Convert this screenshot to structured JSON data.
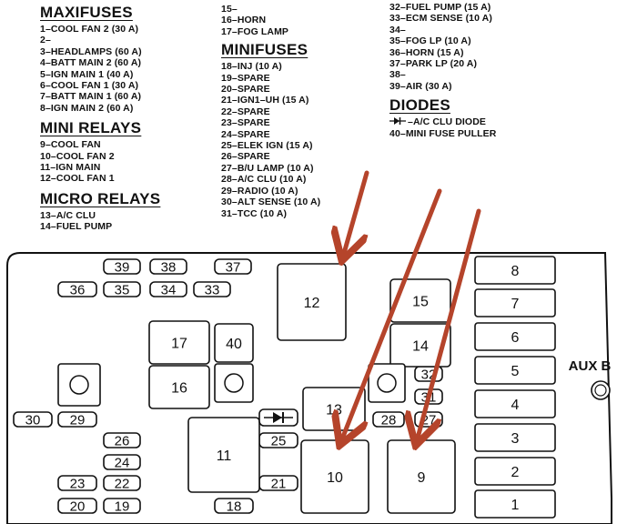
{
  "legend": {
    "maxifuses": {
      "heading": "MAXIFUSES",
      "items": [
        "1–COOL FAN 2 (30 A)",
        "2–",
        "3–HEADLAMPS (60 A)",
        "4–BATT MAIN 2 (60 A)",
        "5–IGN MAIN 1 (40 A)",
        "6–COOL FAN 1 (30 A)",
        "7–BATT MAIN 1 (60 A)",
        "8–IGN MAIN 2 (60 A)"
      ]
    },
    "mini_relays": {
      "heading": "MINI RELAYS",
      "items": [
        "9–COOL FAN",
        "10–COOL FAN 2",
        "11–IGN MAIN",
        "12–COOL FAN 1"
      ]
    },
    "micro_relays": {
      "heading": "MICRO RELAYS",
      "items": [
        "13–A/C CLU",
        "14–FUEL PUMP"
      ]
    },
    "col2_top": [
      "15–",
      "16–HORN",
      "17–FOG LAMP"
    ],
    "minifuses": {
      "heading": "MINIFUSES",
      "items": [
        "18–INJ (10 A)",
        "19–SPARE",
        "20–SPARE",
        "21–IGN1–UH (15 A)",
        "22–SPARE",
        "23–SPARE",
        "24–SPARE",
        "25–ELEK IGN (15 A)",
        "26–SPARE",
        "27–B/U LAMP (10 A)",
        "28–A/C CLU (10 A)",
        "29–RADIO (10 A)",
        "30–ALT SENSE (10 A)",
        "31–TCC (10 A)"
      ]
    },
    "col3_top": [
      "32–FUEL PUMP (15 A)",
      "33–ECM SENSE (10 A)",
      "34–",
      "35–FOG LP (10 A)",
      "36–HORN (15 A)",
      "37–PARK LP (20 A)",
      "38–",
      "39–AIR (30 A)"
    ],
    "diodes": {
      "heading": "DIODES",
      "diode_item": "–A/C CLU DIODE",
      "puller_item": "40–MINI FUSE PULLER"
    }
  },
  "board": {
    "aux_label": "AUX B",
    "labels": {
      "f39": "39",
      "f38": "38",
      "f37": "37",
      "f36": "36",
      "f35": "35",
      "f34": "34",
      "f33": "33",
      "r12": "12",
      "r15": "15",
      "r14": "14",
      "r17": "17",
      "f40": "40",
      "r16": "16",
      "r13": "13",
      "r11": "11",
      "r10": "10",
      "r9": "9",
      "f32": "32",
      "f31": "31",
      "f28": "28",
      "f27": "27",
      "f30": "30",
      "f29": "29",
      "f26": "26",
      "f25": "25",
      "f24": "24",
      "f23": "23",
      "f22": "22",
      "f21": "21",
      "f20": "20",
      "f19": "19",
      "f18": "18",
      "m8": "8",
      "m7": "7",
      "m6": "6",
      "m5": "5",
      "m4": "4",
      "m3": "3",
      "m2": "2",
      "m1": "1"
    },
    "arrow_color": "#b5442b"
  }
}
